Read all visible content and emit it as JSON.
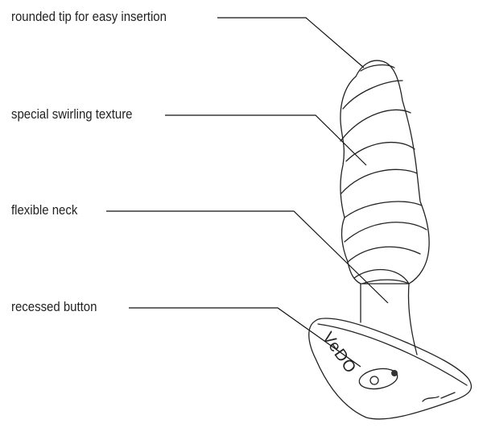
{
  "labels": {
    "tip": "rounded tip for easy insertion",
    "texture": "special swirling texture",
    "neck": "flexible neck",
    "button": "recessed button"
  },
  "brand": "VeDO"
}
